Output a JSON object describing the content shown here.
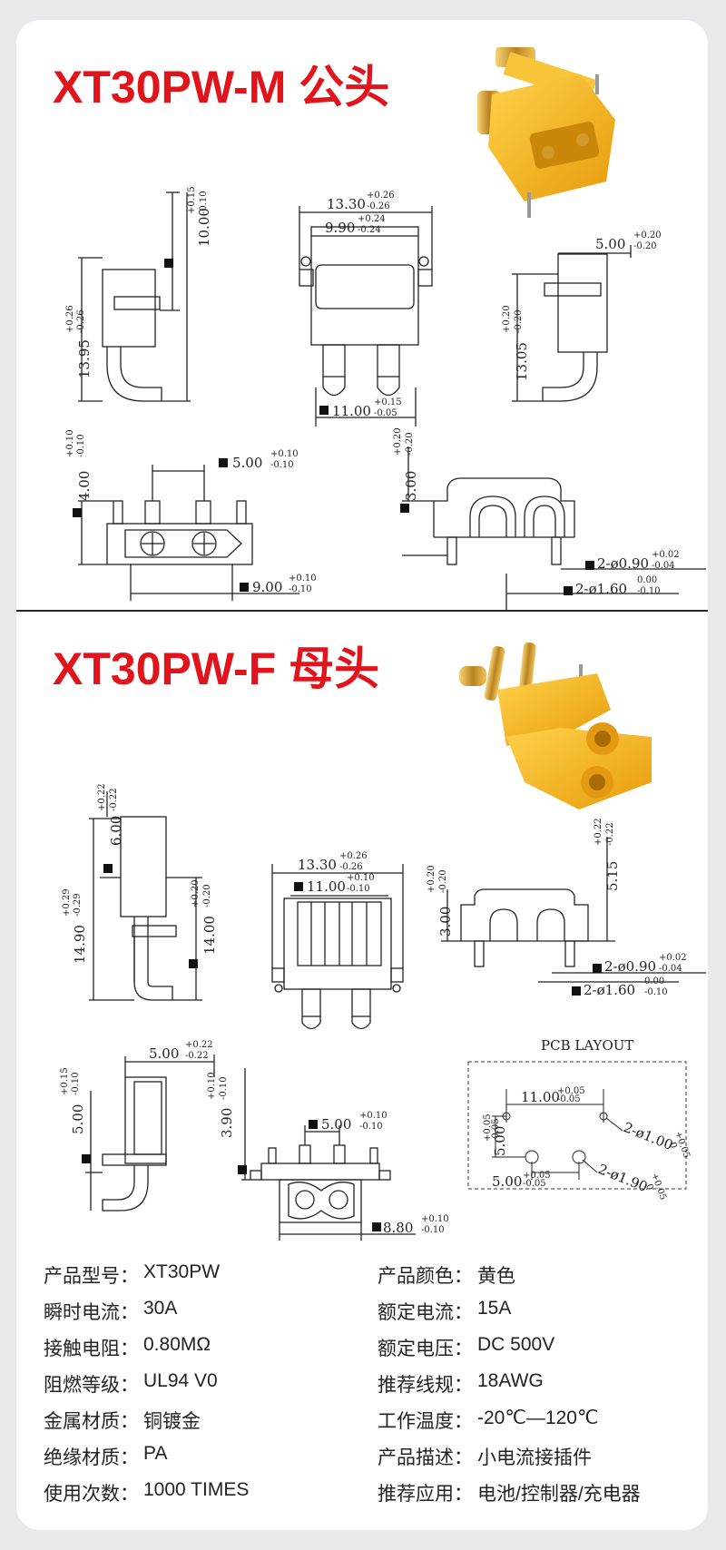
{
  "male": {
    "title": "XT30PW-M 公头",
    "dims": {
      "front_height": "10.00",
      "front_height_tol_plus": "+0.15",
      "front_height_tol_minus": "-0.10",
      "side_height": "13.95",
      "side_height_tol_plus": "+0.26",
      "side_height_tol_minus": "-0.26",
      "top_width": "13.30",
      "top_width_tol_plus": "+0.26",
      "top_width_tol_minus": "-0.26",
      "inner_width": "9.90",
      "inner_width_tol_plus": "+0.24",
      "inner_width_tol_minus": "-0.24",
      "bottom_width": "11.00",
      "bottom_width_tol_plus": "+0.15",
      "bottom_width_tol_minus": "-0.05",
      "right_top": "5.00",
      "right_top_tol_plus": "+0.20",
      "right_top_tol_minus": "-0.20",
      "right_height": "13.05",
      "right_height_tol_plus": "+0.20",
      "right_height_tol_minus": "-0.20",
      "bot_height": "4.00",
      "bot_height_tol_plus": "+0.10",
      "bot_height_tol_minus": "-0.10",
      "pin_pitch": "5.00",
      "pin_pitch_tol_plus": "+0.10",
      "pin_pitch_tol_minus": "-0.10",
      "bot_width": "9.00",
      "bot_width_tol_plus": "+0.10",
      "bot_width_tol_minus": "-0.10",
      "br_height": "3.00",
      "br_height_tol_plus": "+0.20",
      "br_height_tol_minus": "-0.20",
      "pin_d1": "2-ø0.90",
      "pin_d1_tol_plus": "+0.02",
      "pin_d1_tol_minus": "-0.04",
      "pin_d2": "2-ø1.60",
      "pin_d2_tol_plus": "0.00",
      "pin_d2_tol_minus": "-0.10"
    }
  },
  "female": {
    "title": "XT30PW-F 母头",
    "dims": {
      "top_pin": "6.00",
      "top_pin_tol_plus": "+0.22",
      "top_pin_tol_minus": "-0.22",
      "total_height": "14.90",
      "total_height_tol_plus": "+0.29",
      "total_height_tol_minus": "-0.29",
      "body_height": "14.00",
      "body_height_tol_plus": "+0.20",
      "body_height_tol_minus": "-0.20",
      "top_width": "13.30",
      "top_width_tol_plus": "+0.26",
      "top_width_tol_minus": "-0.26",
      "inner_width": "11.00",
      "inner_width_tol_plus": "+0.10",
      "inner_width_tol_minus": "-0.10",
      "right_height": "5.15",
      "right_height_tol_plus": "+0.22",
      "right_height_tol_minus": "-0.22",
      "right_small": "3.00",
      "right_small_tol_plus": "+0.20",
      "right_small_tol_minus": "-0.20",
      "pin_d1": "2-ø0.90",
      "pin_d1_tol_plus": "+0.02",
      "pin_d1_tol_minus": "-0.04",
      "pin_d2": "2-ø1.60",
      "pin_d2_tol_plus": "0.00",
      "pin_d2_tol_minus": "-0.10",
      "side_top": "5.00",
      "side_top_tol_plus": "+0.22",
      "side_top_tol_minus": "-0.22",
      "side_height": "5.00",
      "side_height_tol_plus": "+0.15",
      "side_height_tol_minus": "-0.10",
      "bot_height": "3.90",
      "bot_height_tol_plus": "+0.10",
      "bot_height_tol_minus": "-0.10",
      "pin_pitch": "5.00",
      "pin_pitch_tol_plus": "+0.10",
      "pin_pitch_tol_minus": "-0.10",
      "bot_width": "8.80",
      "bot_width_tol_plus": "+0.10",
      "bot_width_tol_minus": "-0.10"
    },
    "pcb": {
      "title": "PCB LAYOUT",
      "w1": "11.00",
      "w1_tol_plus": "+0.05",
      "w1_tol_minus": "-0.05",
      "h1": "5.00",
      "h1_tol_plus": "+0.05",
      "h1_tol_minus": "-0.05",
      "w2": "5.00",
      "w2_tol_plus": "+0.05",
      "w2_tol_minus": "-0.05",
      "hole1": "2-ø1.00",
      "hole1_tol_plus": "+0.05",
      "hole1_tol_minus": "0",
      "hole2": "2-ø1.90",
      "hole2_tol_plus": "+0.05",
      "hole2_tol_minus": "0"
    }
  },
  "specs": {
    "left": [
      {
        "label": "产品型号：",
        "value": "XT30PW"
      },
      {
        "label": "瞬时电流：",
        "value": "30A"
      },
      {
        "label": "接触电阻：",
        "value": "0.80MΩ"
      },
      {
        "label": "阻燃等级：",
        "value": "UL94 V0"
      },
      {
        "label": "金属材质：",
        "value": "铜镀金"
      },
      {
        "label": "绝缘材质：",
        "value": "PA"
      },
      {
        "label": "使用次数：",
        "value": "1000 TIMES"
      }
    ],
    "right": [
      {
        "label": "产品颜色：",
        "value": "黄色"
      },
      {
        "label": "额定电流：",
        "value": "15A"
      },
      {
        "label": "额定电压：",
        "value": "DC 500V"
      },
      {
        "label": "推荐线规：",
        "value": "18AWG"
      },
      {
        "label": "工作温度：",
        "value": "-20℃—120℃"
      },
      {
        "label": "产品描述：",
        "value": "小电流接插件"
      },
      {
        "label": "推荐应用：",
        "value": "电池/控制器/充电器"
      }
    ]
  },
  "colors": {
    "title_red": "#e2141b",
    "connector_yellow": "#f2b318",
    "gold": "#d9a43a",
    "line": "#222222"
  }
}
